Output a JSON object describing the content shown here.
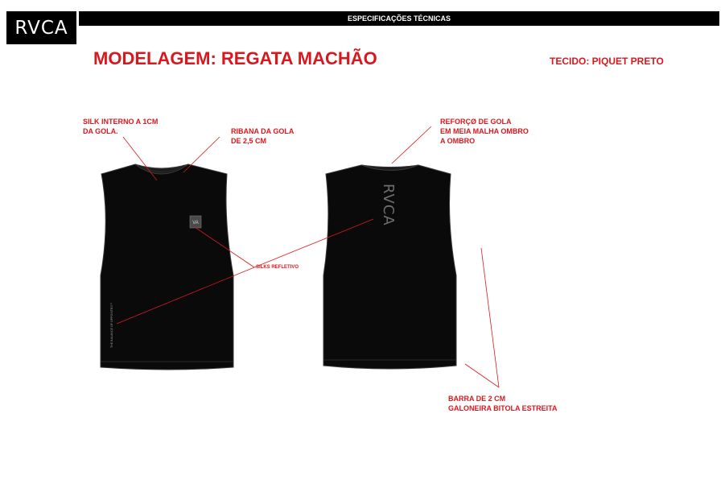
{
  "brand": {
    "logo": "RVCA"
  },
  "header": {
    "title": "ESPECIFICAÇÕES TÉCNICAS"
  },
  "page": {
    "title": "MODELAGEM: REGATA MACHÃO",
    "fabric": "TECIDO: PIQUET PRETO"
  },
  "annotations": {
    "silk_interno": [
      "SILK INTERNO A 1CM",
      "DA GOLA."
    ],
    "ribana": [
      "RIBANA DA GOLA",
      "DE 2,5 CM"
    ],
    "reforco": [
      "REFORÇØ DE GOLA",
      "EM MEIA MALHA OMBRO",
      "A OMBRO"
    ],
    "silks_refletivo": "SILKS REFLETIVO",
    "barra": [
      "BARRA DE 2 CM",
      "GALONEIRA BITOLA ESTREITA"
    ]
  },
  "garment": {
    "back_print": "RVCA",
    "side_print": "THE BALANCE OF OPPOSITES™",
    "color": "#0a0a0a",
    "accent": "#d7191f"
  }
}
